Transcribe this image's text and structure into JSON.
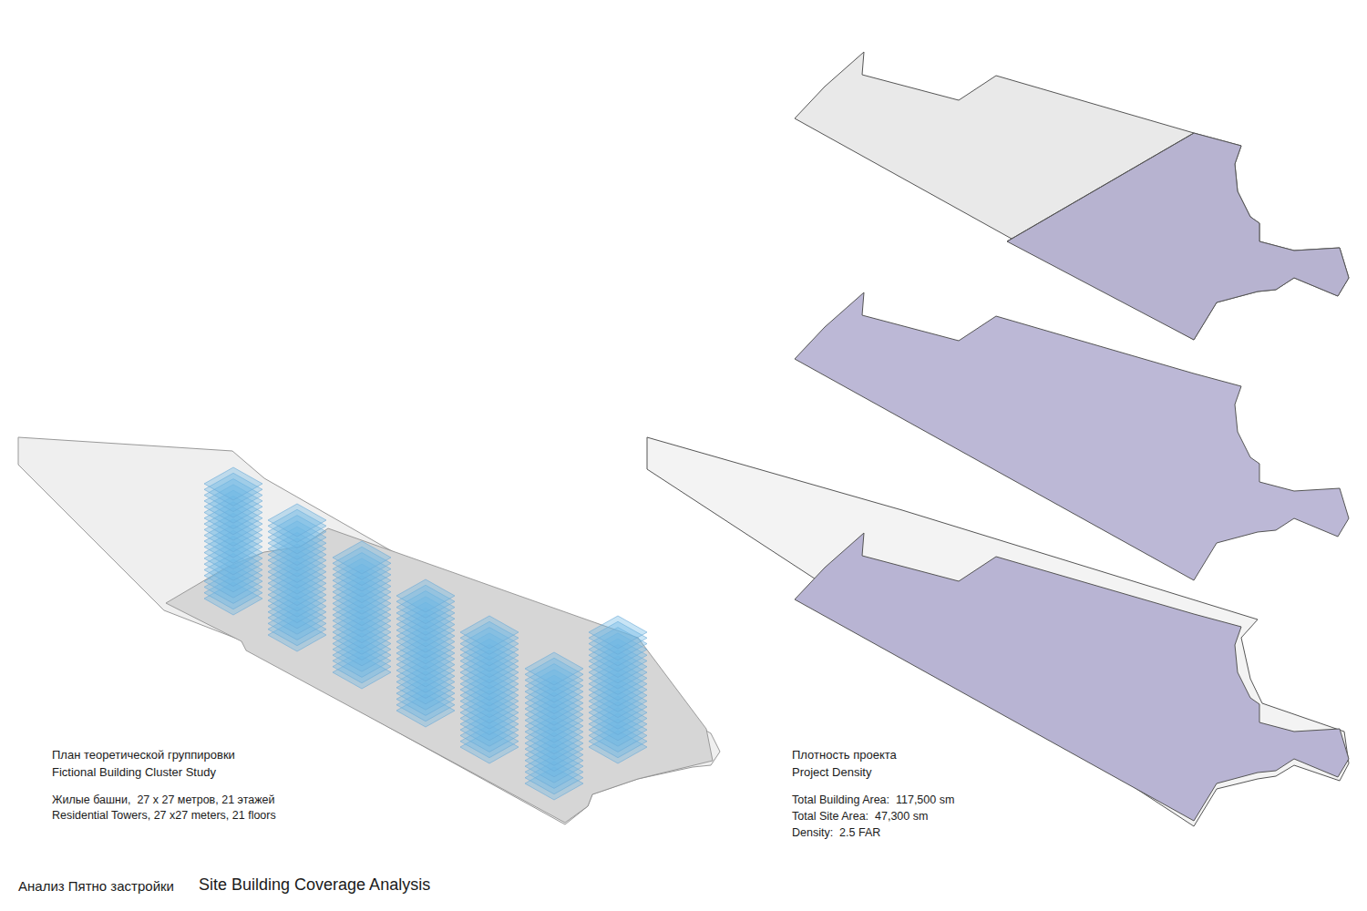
{
  "diagram": {
    "title": "Site Building Coverage Analysis",
    "labels": [
      "План теоретической группировки",
      "Fictional Building Cluster Study",
      "Жилые башни,  27 x 27 метров, 21 этажей",
      "Residential Towers, 27 x27 meters, 21 floors",
      "Плотность проекта",
      "Project Density",
      "Total Building Area:  117,500 sm",
      "Total Site Area:  47,300 sm",
      "Density:  2.5 FAR",
      "Анализ Пятно застройки"
    ]
  }
}
